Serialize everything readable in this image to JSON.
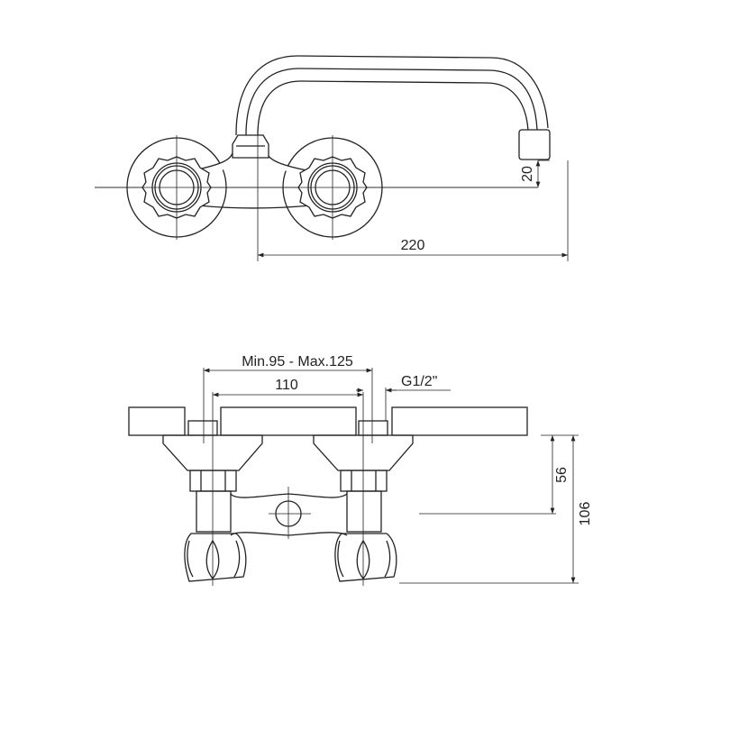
{
  "top_view": {
    "dimensions": {
      "spout_reach": "220",
      "spout_height": "20"
    }
  },
  "bottom_view": {
    "dimensions": {
      "center_range": "Min.95 - Max.125",
      "center_distance": "110",
      "thread": "G1/2\"",
      "body_depth": "56",
      "total_depth": "106"
    }
  },
  "colors": {
    "line": "#222222",
    "background": "#ffffff"
  }
}
